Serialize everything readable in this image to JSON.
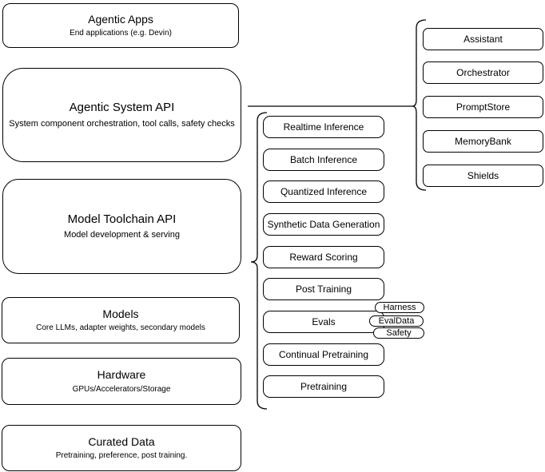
{
  "diagram": {
    "left_column": [
      {
        "title": "Agentic Apps",
        "subtitle": "End applications (e.g. Devin)"
      },
      {
        "title": "Agentic System API",
        "subtitle": "System component orchestration, tool calls, safety checks"
      },
      {
        "title": "Model Toolchain API",
        "subtitle": "Model development & serving"
      },
      {
        "title": "Models",
        "subtitle": "Core LLMs, adapter weights, secondary models"
      },
      {
        "title": "Hardware",
        "subtitle": "GPUs/Accelerators/Storage"
      },
      {
        "title": "Curated Data",
        "subtitle": "Pretraining, preference, post training."
      }
    ],
    "middle_column": [
      "Realtime Inference",
      "Batch Inference",
      "Quantized Inference",
      "Synthetic Data Generation",
      "Reward Scoring",
      "Post Training",
      "Evals",
      "Continual Pretraining",
      "Pretraining"
    ],
    "eval_pills": [
      "Harness",
      "EvalData",
      "Safety"
    ],
    "right_column": [
      "Assistant",
      "Orchestrator",
      "PromptStore",
      "MemoryBank",
      "Shields"
    ],
    "colors": {
      "border": "#000000",
      "background": "#ffffff"
    }
  }
}
